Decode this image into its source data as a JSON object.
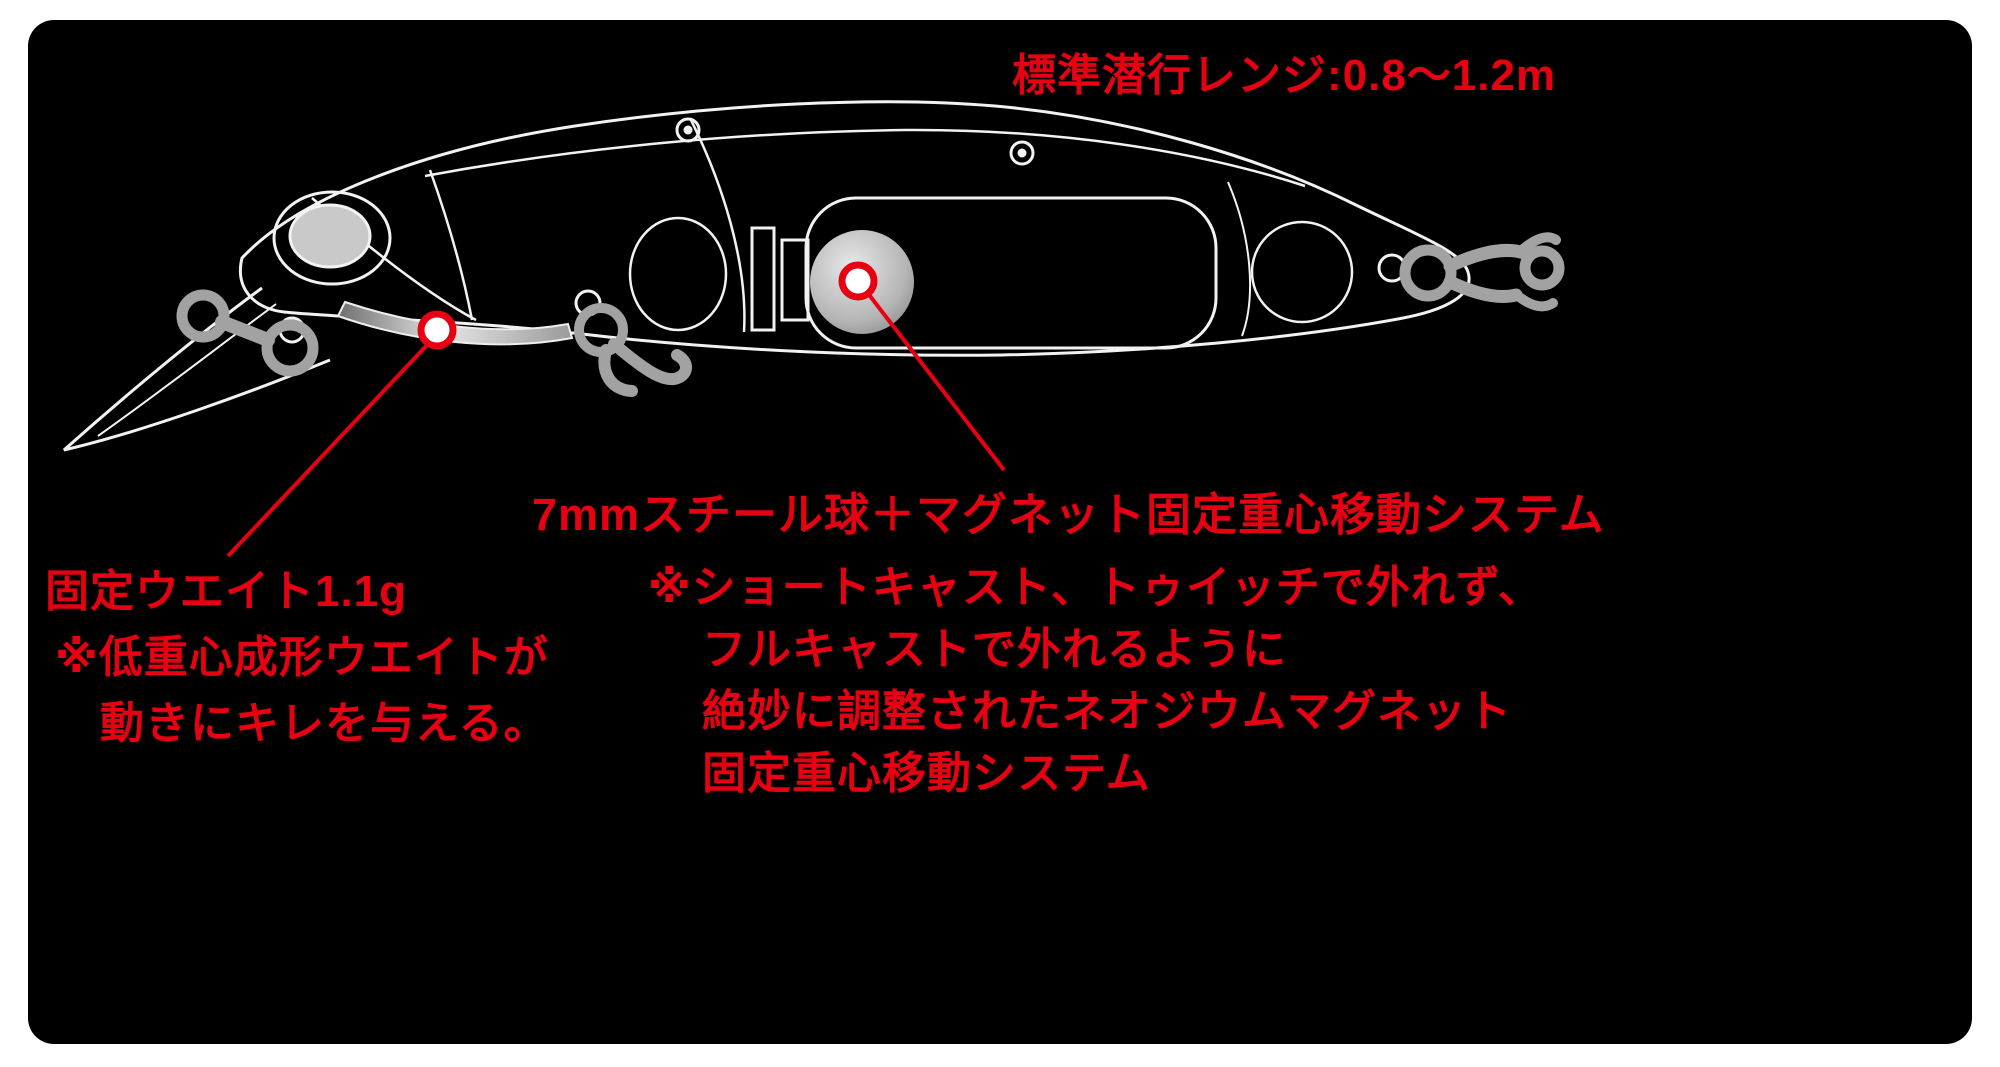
{
  "colors": {
    "background": "#000000",
    "accent_red": "#e60012",
    "line_white": "#f2f2f2",
    "hardware_gray": "#a2a2a2"
  },
  "diagram": {
    "range_label": "標準潜行レンジ:0.8～1.2m",
    "fixed_weight": {
      "title": "固定ウエイト1.1g",
      "note_line1": "※低重心成形ウエイトが",
      "note_line2": "動きにキレを与える。"
    },
    "magnet_system": {
      "title": "7mmスチール球＋マグネット固定重心移動システム",
      "note_line1": "※ショートキャスト、トゥイッチで外れず、",
      "note_line2": "フルキャストで外れるように",
      "note_line3": "絶妙に調整されたネオジウムマグネット",
      "note_line4": "固定重心移動システム"
    },
    "icons": {
      "fixed_weight_marker": "red-ring-marker",
      "steel_ball_marker": "red-ring-marker"
    }
  }
}
